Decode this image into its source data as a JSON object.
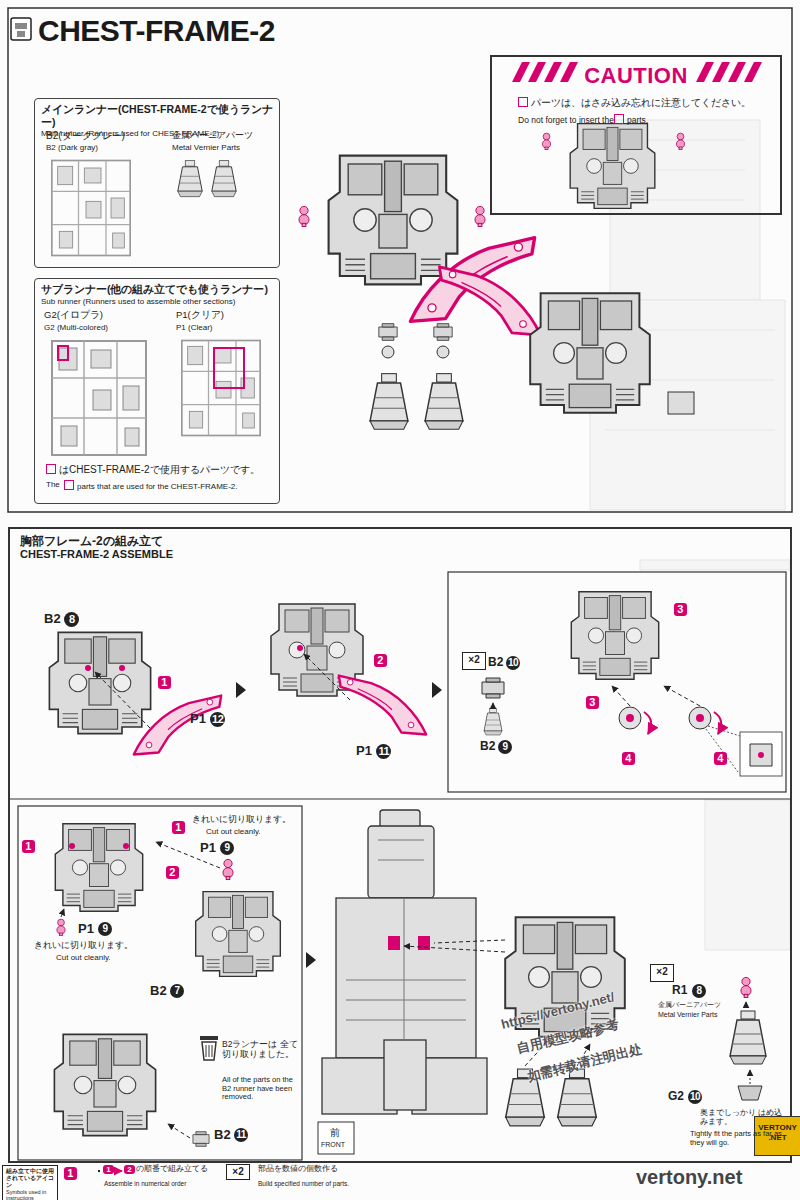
{
  "diagram": {
    "title": "CHEST-FRAME-2",
    "nodes": [
      {
        "text": [
          "メインランナー(CHEST-FRAME-2で使うランナー)",
          "Main runner (Runners used for CHEST-FRAME-2)"
        ]
      },
      {
        "text": [
          "サブランナー(他の組み立てでも使うランナー)",
          "Sub runner (Runners used to assemble other sections)"
        ]
      },
      {
        "text": [
          "CAUTION",
          "パーツは、はさみ込み忘れに注意してください。",
          "Do not forget to insert the",
          "parts."
        ]
      },
      {
        "text": [
          "胸部フレーム-2の組み立て",
          "CHEST-FRAME-2 ASSEMBLE"
        ]
      },
      {
        "text": [
          "×2"
        ],
        "in": 3
      },
      {
        "text": [
          "×2"
        ],
        "in": 3
      },
      {
        "text": [
          "組み立て中に使用されているアイコン",
          "Symbols used in instructions"
        ]
      },
      {
        "text": [
          "×2"
        ]
      },
      {
        "text": [
          "VERTONY",
          ".NET"
        ]
      }
    ],
    "labels": [
      "B2(ダークグレー)",
      "B2 (Dark gray)",
      "金属バーニアパーツ",
      "Metal Vernier Parts",
      "G2(イロプラ)",
      "G2 (Multi-colored)",
      "P1(クリア)",
      "P1 (Clear)",
      "はCHEST-FRAME-2で使用するパーツです。",
      "The",
      "parts that are used for the CHEST-FRAME-2.",
      "B2",
      "8",
      "1",
      "P1",
      "12",
      "2",
      "P1",
      "11",
      "B2",
      "10",
      "B2",
      "9",
      "3",
      "3",
      "4",
      "4",
      "1",
      "きれいに切り取ります。",
      "Cut out cleanly.",
      "P1",
      "9",
      "1",
      "2",
      "P1",
      "9",
      "きれいに切り取ります。",
      "Cut out cleanly.",
      "B2",
      "7",
      "B2ランナーは 全て切り取りました。",
      "All of the parts on the B2 runner have been removed.",
      "B2",
      "11",
      "前",
      "FRONT",
      "R1",
      "8",
      "金属バーニアパーツ",
      "Metal Vernier Parts",
      "G2",
      "10",
      "奥までしっかり はめ込みます。",
      "Tightly fit the parts as far as they will go.",
      "https://vertony.net/",
      "自用模型攻略参考",
      "如需转载请注明出处",
      "vertony.net",
      "1",
      "1",
      "2"
    ],
    "legend": [
      {
        "text": "の順番で組み立てる"
      },
      {
        "text": "Assemble in numerical order"
      },
      {
        "text": "部品を数値の個数作る"
      },
      {
        "text": "Build specified number of parts."
      }
    ]
  }
}
